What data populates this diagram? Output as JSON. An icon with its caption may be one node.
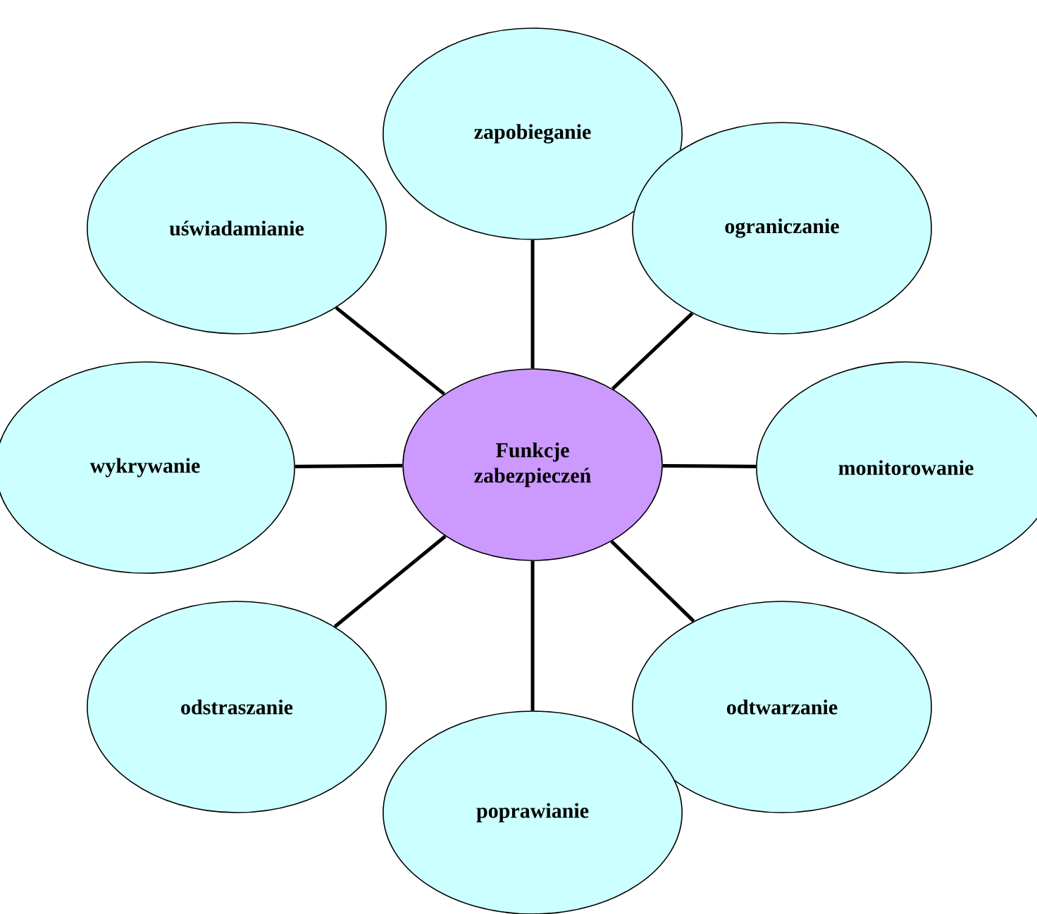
{
  "diagram": {
    "nodes": [
      {
        "text": [
          "Funkcje zabezpieczeń"
        ]
      },
      {
        "text": [
          "zapobieganie"
        ]
      },
      {
        "text": [
          "ograniczanie"
        ]
      },
      {
        "text": [
          "monitorowanie"
        ]
      },
      {
        "text": [
          "odtwarzanie"
        ]
      },
      {
        "text": [
          "poprawianie"
        ]
      },
      {
        "text": [
          "odstraszanie"
        ]
      },
      {
        "text": [
          "wykrywanie"
        ]
      },
      {
        "text": [
          "uświadamianie"
        ]
      }
    ],
    "edges": [
      {
        "from": 0,
        "to": 1,
        "arrow": "none"
      },
      {
        "from": 0,
        "to": 2,
        "arrow": "none"
      },
      {
        "from": 0,
        "to": 3,
        "arrow": "none"
      },
      {
        "from": 0,
        "to": 4,
        "arrow": "none"
      },
      {
        "from": 0,
        "to": 5,
        "arrow": "none"
      },
      {
        "from": 0,
        "to": 6,
        "arrow": "none"
      },
      {
        "from": 0,
        "to": 7,
        "arrow": "none"
      },
      {
        "from": 0,
        "to": 8,
        "arrow": "none"
      }
    ]
  }
}
